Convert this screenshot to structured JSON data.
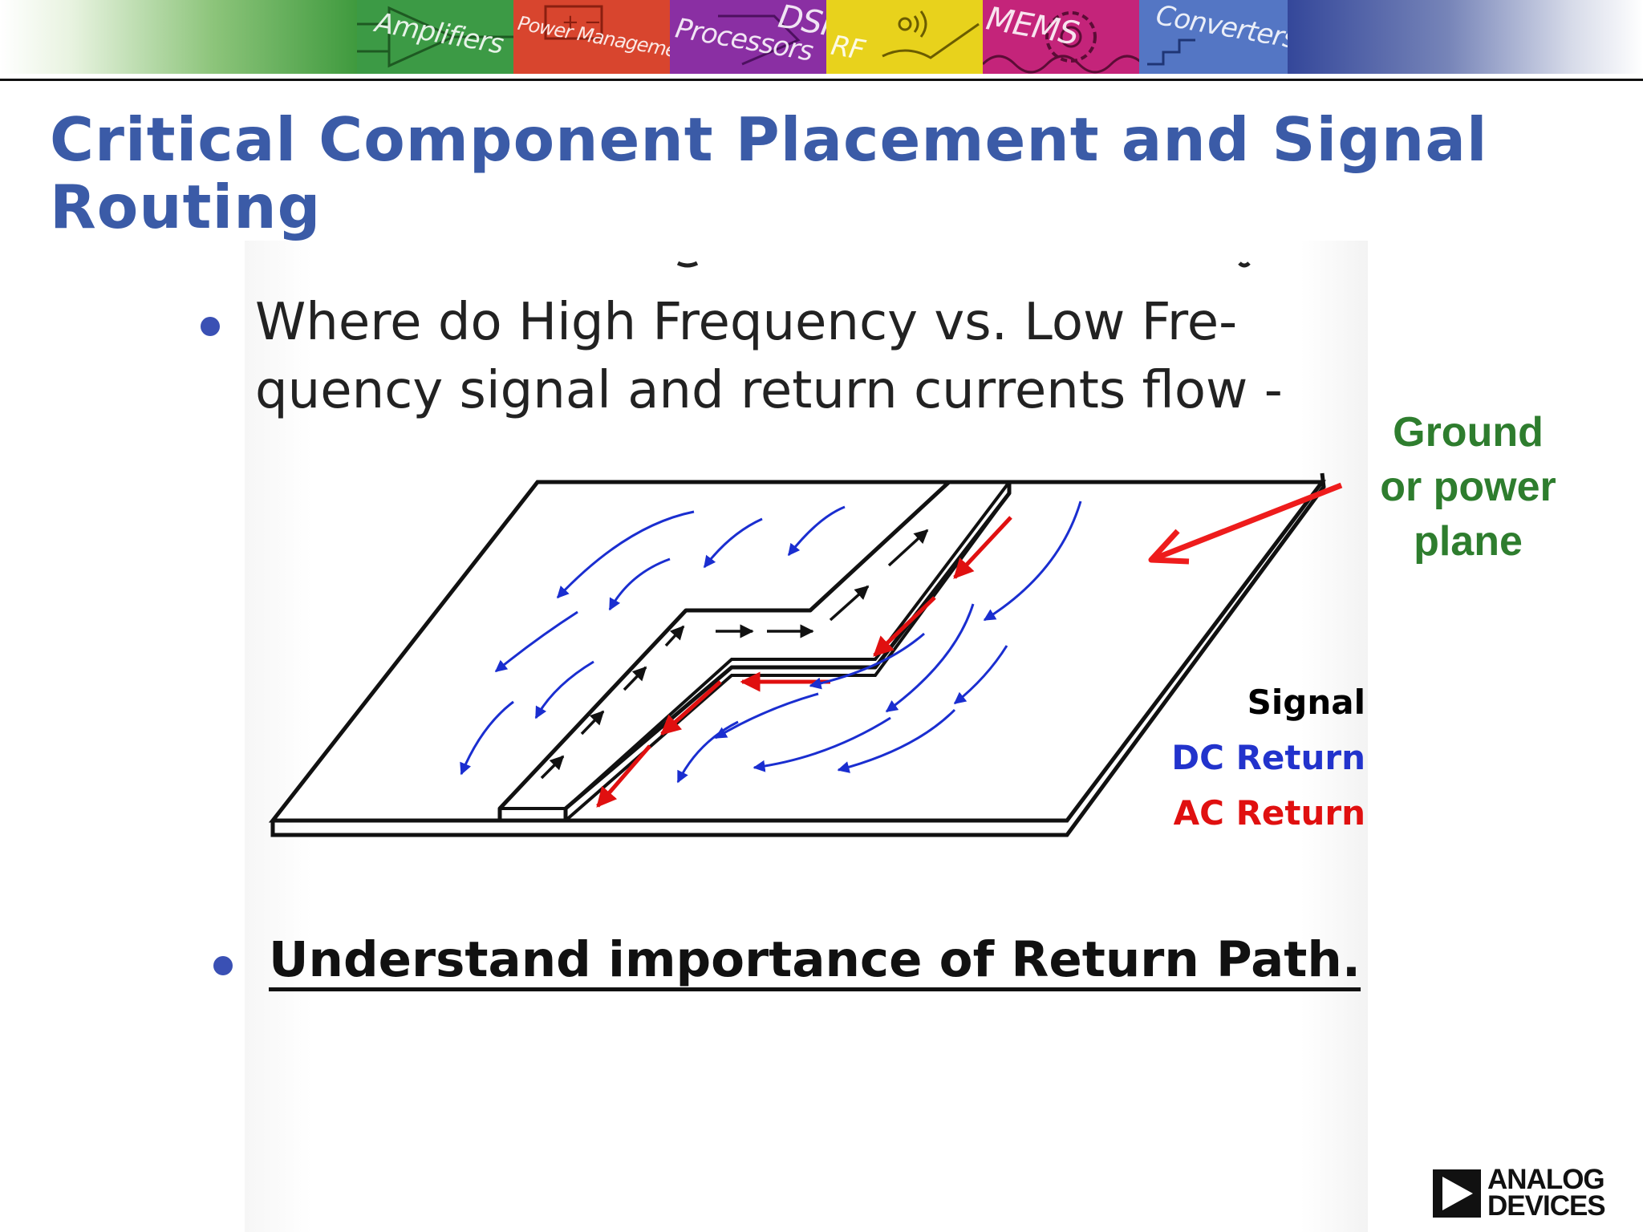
{
  "banner": {
    "segments": [
      {
        "label": "Amplifiers",
        "color": "#3c9a45"
      },
      {
        "label": "Power Management",
        "color": "#d8452e"
      },
      {
        "label": "Processors",
        "color": "#8a2fa3"
      },
      {
        "label": "DSP",
        "color": "#7b3aa8"
      },
      {
        "label": "RF",
        "color": "#e8d21c"
      },
      {
        "label": "MEMS",
        "color": "#c4247a"
      },
      {
        "label": "Converters",
        "color": "#5476c4"
      }
    ]
  },
  "slide": {
    "title": "Critical Component Placement and Signal Routing",
    "bullet_1": "Where do High Frequency vs. Low Fre- quency signal and return currents flow -",
    "bullet_2": "Understand importance of Return Path."
  },
  "callout": {
    "label_lines": [
      "Ground",
      "or power",
      "plane"
    ],
    "color": "#2e7d2e",
    "arrow_color": "#ee1c1c"
  },
  "legend": {
    "signal": {
      "label": "Signal",
      "color": "#111111"
    },
    "dc_return": {
      "label": "DC Return",
      "color": "#2233cc"
    },
    "ac_return": {
      "label": "AC Return",
      "color": "#e01010"
    }
  },
  "logo": {
    "line_1": "ANALOG",
    "line_2": "DEVICES"
  },
  "colors": {
    "title": "#3b5ba7",
    "bullet": "#3a50b4"
  }
}
